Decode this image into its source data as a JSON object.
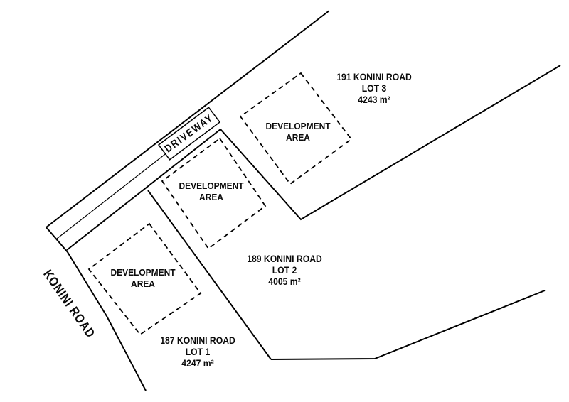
{
  "diagram": {
    "title_hint": "Konini Road subdivision parcel plan",
    "road_label": "KONINI ROAD",
    "driveway_label": "DRIVEWAY",
    "development_area_label": {
      "line1": "DEVELOPMENT",
      "line2": "AREA"
    },
    "lots": [
      {
        "address": "191 KONINI ROAD",
        "lot": "LOT 3",
        "area": "4243 m²"
      },
      {
        "address": "189 KONINI ROAD",
        "lot": "LOT 2",
        "area": "4005 m²"
      },
      {
        "address": "187 KONINI ROAD",
        "lot": "LOT 1",
        "area": "4247 m²"
      }
    ],
    "colors": {
      "line": "#000000",
      "background": "#ffffff",
      "label_box_fill": "#ffffff"
    }
  }
}
